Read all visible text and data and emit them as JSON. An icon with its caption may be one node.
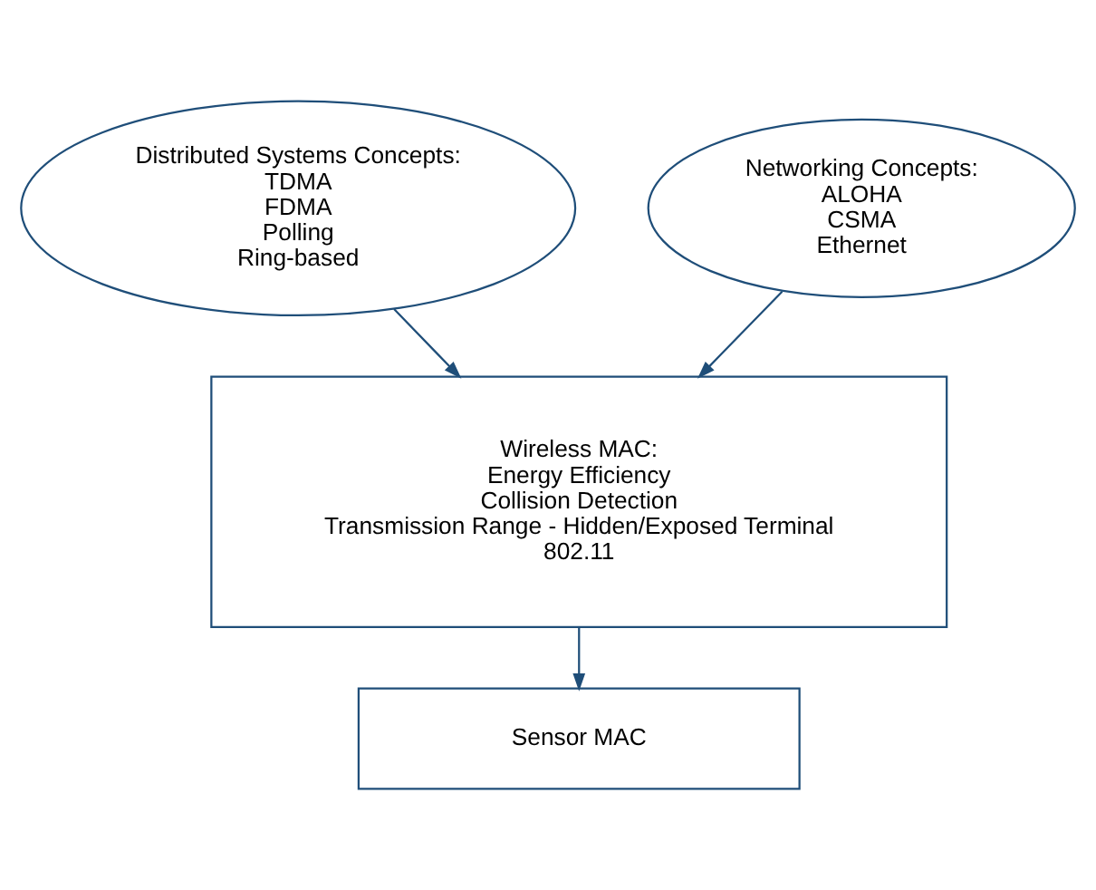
{
  "diagram": {
    "nodes": [
      {
        "text": [
          "Distributed Systems Concepts:",
          "TDMA",
          "FDMA",
          "Polling",
          "Ring-based"
        ]
      },
      {
        "text": [
          "Networking Concepts:",
          "ALOHA",
          "CSMA",
          "Ethernet"
        ]
      },
      {
        "text": [
          "Wireless MAC:",
          "Energy Efficiency",
          "Collision Detection",
          "Transmission Range - Hidden/Exposed Terminal",
          "802.11"
        ]
      },
      {
        "text": [
          "Sensor MAC"
        ]
      }
    ],
    "edges": [
      {
        "from": 0,
        "to": 2,
        "arrow": "to"
      },
      {
        "from": 1,
        "to": 2,
        "arrow": "to"
      },
      {
        "from": 2,
        "to": 3,
        "arrow": "to"
      }
    ]
  }
}
